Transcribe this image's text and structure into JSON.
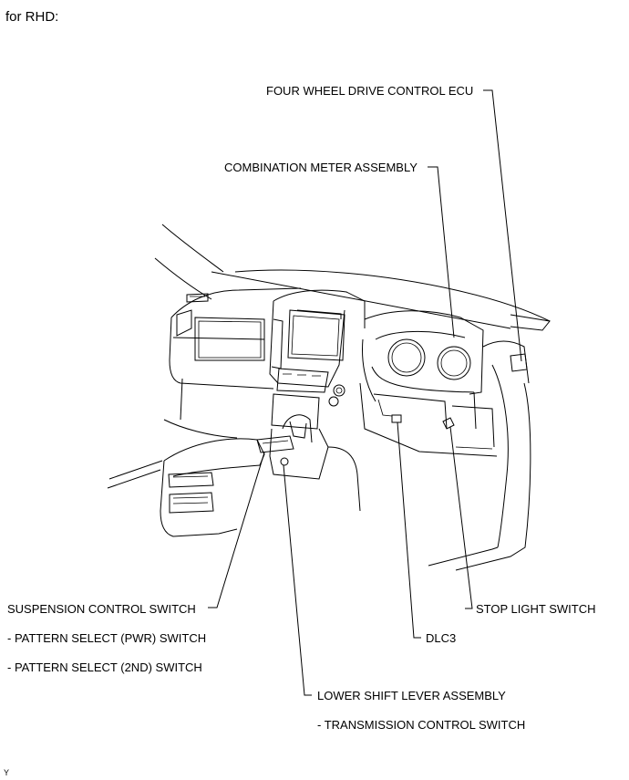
{
  "header": "for RHD:",
  "corner_mark": "Y",
  "labels": {
    "four_wheel_drive_ecu": "FOUR WHEEL DRIVE CONTROL ECU",
    "combination_meter": "COMBINATION METER ASSEMBLY",
    "suspension_control_switch": "SUSPENSION CONTROL SWITCH",
    "pattern_select_pwr": "- PATTERN SELECT (PWR) SWITCH",
    "pattern_select_2nd": "- PATTERN SELECT (2ND) SWITCH",
    "stop_light_switch": "STOP LIGHT SWITCH",
    "dlc3": "DLC3",
    "lower_shift_lever": "LOWER SHIFT LEVER ASSEMBLY",
    "transmission_control_switch": "- TRANSMISSION CONTROL SWITCH"
  }
}
